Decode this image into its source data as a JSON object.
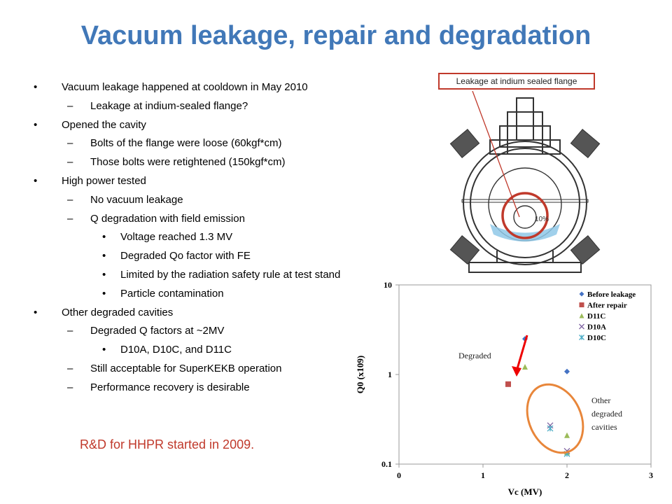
{
  "slide": {
    "title": "Vacuum leakage, repair and degradation",
    "bullets": [
      {
        "level": 1,
        "text": "Vacuum leakage happened at cooldown in May 2010"
      },
      {
        "level": 2,
        "text": "Leakage at indium-sealed flange?"
      },
      {
        "level": 1,
        "text": "Opened the cavity"
      },
      {
        "level": 2,
        "text": "Bolts of the flange were loose (60kgf*cm)"
      },
      {
        "level": 2,
        "text": "Those bolts were retightened (150kgf*cm)"
      },
      {
        "level": 1,
        "text": "High power tested"
      },
      {
        "level": 2,
        "text": "No vacuum leakage"
      },
      {
        "level": 2,
        "text": "Q degradation with field emission"
      },
      {
        "level": 3,
        "text": "Voltage reached 1.3 MV"
      },
      {
        "level": 3,
        "text": "Degraded Qo factor with FE"
      },
      {
        "level": 3,
        "text": "Limited by the radiation safety rule at test stand"
      },
      {
        "level": 3,
        "text": "Particle contamination"
      },
      {
        "level": 1,
        "text": "Other degraded cavities"
      },
      {
        "level": 2,
        "text": "Degraded Q factors at ~2MV"
      },
      {
        "level": 3,
        "text": "D10A, D10C, and D11C"
      },
      {
        "level": 2,
        "text": "Still acceptable for SuperKEKB operation"
      },
      {
        "level": 2,
        "text": "Performance recovery is desirable"
      }
    ],
    "note": "R&D for HHPR started in 2009.",
    "callout": "Leakage at indium sealed flange",
    "diagram_label": "10%",
    "annotations": {
      "degraded": "Degraded",
      "other": "Other\ndegraded\ncavities"
    },
    "colors": {
      "title": "#4178b8",
      "note": "#c0392b",
      "highlight": "#c0392b",
      "ellipse": "#e8863a"
    }
  },
  "chart_data": {
    "type": "scatter",
    "xlabel": "Vc (MV)",
    "ylabel": "Q0 (x109)",
    "xlim": [
      0,
      3
    ],
    "ylim": [
      0.1,
      10
    ],
    "yscale": "log",
    "xticks": [
      "0",
      "1",
      "2",
      "3"
    ],
    "yticks": [
      "0.1",
      "1",
      "10"
    ],
    "grid": false,
    "legend_position": "top-right",
    "series": [
      {
        "name": "Before leakage",
        "marker": "diamond",
        "color": "#4472c4",
        "x": [
          1.5,
          2.0
        ],
        "y": [
          2.5,
          1.08
        ]
      },
      {
        "name": "After repair",
        "marker": "square",
        "color": "#c0504d",
        "x": [
          1.3
        ],
        "y": [
          0.78
        ]
      },
      {
        "name": "D11C",
        "marker": "triangle",
        "color": "#9bbb59",
        "x": [
          1.5,
          2.0,
          2.0
        ],
        "y": [
          1.22,
          0.21,
          0.135
        ]
      },
      {
        "name": "D10A",
        "marker": "x",
        "color": "#8064a2",
        "x": [
          1.8,
          2.0
        ],
        "y": [
          0.27,
          0.14
        ]
      },
      {
        "name": "D10C",
        "marker": "asterisk",
        "color": "#4bacc6",
        "x": [
          1.8,
          2.0
        ],
        "y": [
          0.25,
          0.13
        ]
      }
    ]
  }
}
